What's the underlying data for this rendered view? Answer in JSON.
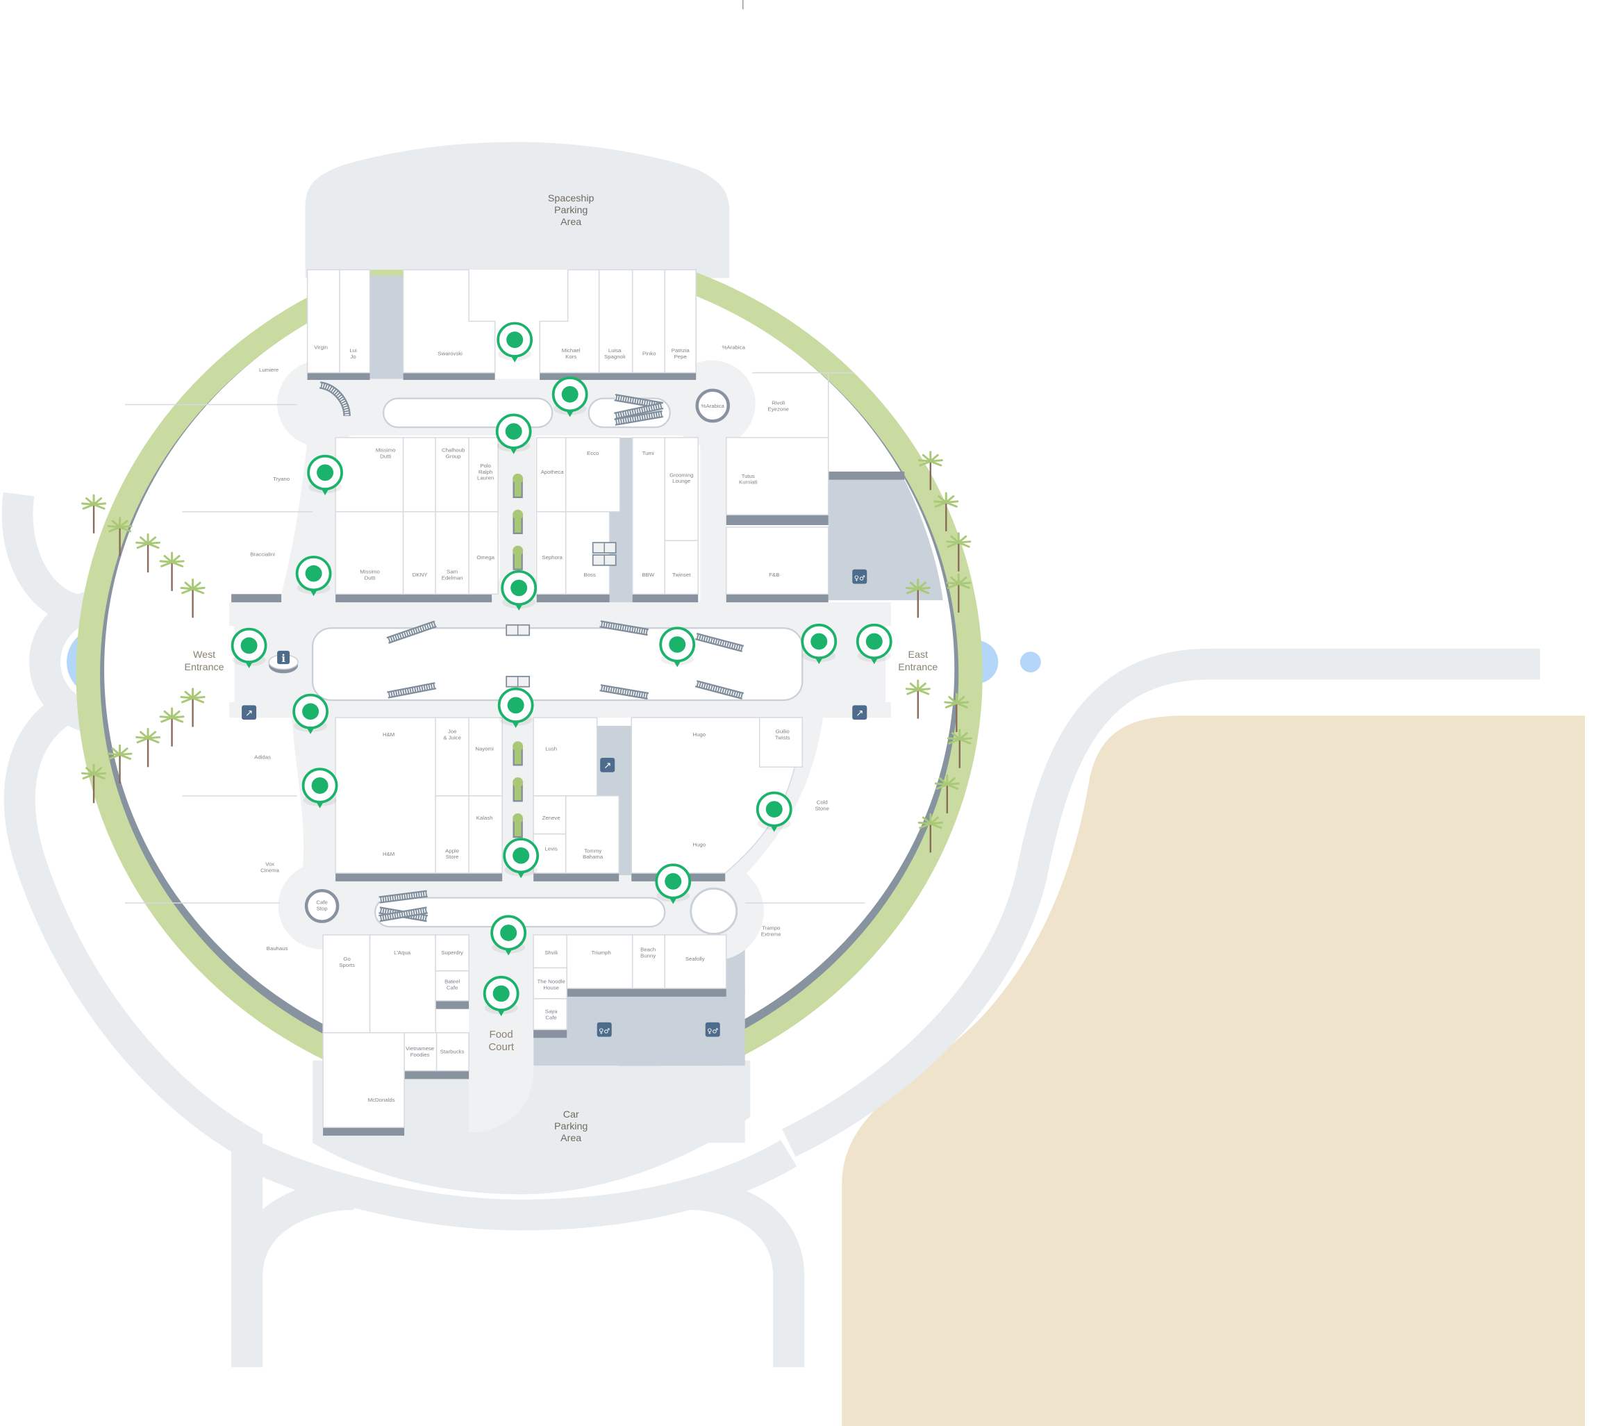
{
  "areas": {
    "spaceship_parking": "Spaceship Parking Area",
    "car_parking": "Car Parking Area",
    "food_court": "Food Court",
    "west_entrance": "West Entrance",
    "east_entrance": "East Entrance"
  },
  "stores": [
    "Virgin",
    "Lui Jo",
    "Swarovski",
    "Michael Kors",
    "Luisa Spagnoli",
    "Pinko",
    "Patrizia Pepe",
    "%Arabica",
    "Lumiere",
    "%Arabica",
    "Rivoli Eyezone",
    "Tryano",
    "Missimo Dutti",
    "Chalhoub Group",
    "Polo Ralph Lauren",
    "Apotheca",
    "Ecco",
    "Tumi",
    "Grooming Lounge",
    "Tutus Kurniati",
    "Braccialini",
    "Missimo Dutti",
    "DKNY",
    "Sam Edelman",
    "Omega",
    "Sephora",
    "Boss",
    "BBW",
    "Twinset",
    "F&B",
    "Adidas",
    "H&M",
    "Joe & Juice",
    "Nayomi",
    "Lush",
    "Hugo",
    "Guilio Twists",
    "Kalash",
    "Zeneve",
    "Levis",
    "Tommy Bahama",
    "Apple Store",
    "H&M",
    "Hugo",
    "Cold Stone",
    "Vox Cinema",
    "Cafe Stop",
    "Bauhaus",
    "Go Sports",
    "L'Aqua",
    "Superdry",
    "Bateel Cafe",
    "Shvili",
    "Triumph",
    "Beach Bunny",
    "Seafolly",
    "The Noodle House",
    "Saya Cafe",
    "Trampo Extreme",
    "Vietnamese Foodies",
    "Starbucks",
    "McDonalds"
  ],
  "icons": {
    "pin": "location-pin-icon",
    "info": "info-icon",
    "restroom": "restroom-icon",
    "escalator": "escalator-icon",
    "elevator": "elevator-icon",
    "palm": "palm-tree-icon"
  },
  "colors": {
    "pin": "#1bb26b",
    "landscape": "#c9dba1",
    "road": "#e9ecef",
    "sand": "#efe3cc",
    "water": "#b4d6f8",
    "wall": "#88939f",
    "service": "#c9d1da"
  }
}
